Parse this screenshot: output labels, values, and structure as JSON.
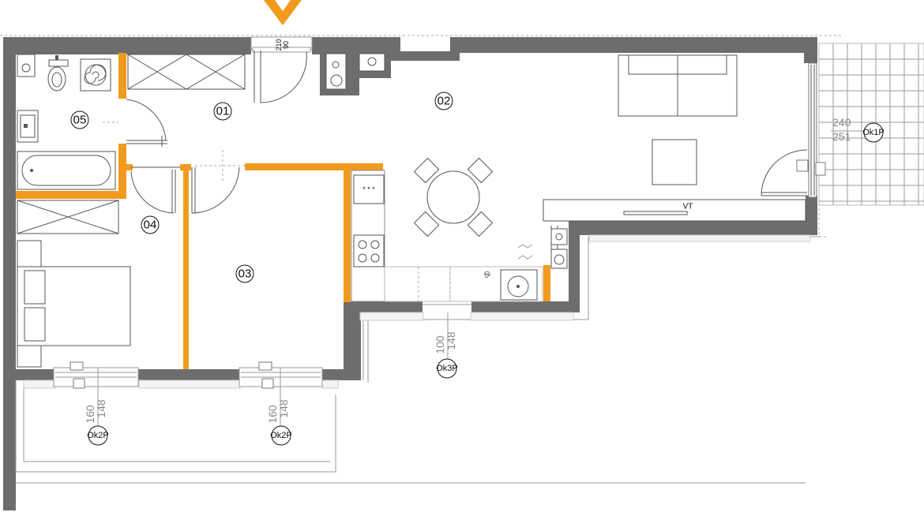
{
  "accent_color": "#f29a1d",
  "wall_color": "#6d6d6d",
  "rooms": [
    {
      "id": "01"
    },
    {
      "id": "02"
    },
    {
      "id": "03"
    },
    {
      "id": "04"
    },
    {
      "id": "05"
    }
  ],
  "windows": [
    {
      "label": "Ok1P",
      "dims": [
        "240",
        "251"
      ]
    },
    {
      "label": "Ok2P",
      "dims": [
        "160",
        "148"
      ]
    },
    {
      "label": "Ok2P",
      "dims": [
        "160",
        "148"
      ]
    },
    {
      "label": "Ok3P",
      "dims": [
        "100",
        "148"
      ]
    }
  ],
  "kitchen_label": "VT",
  "entrance_dims": [
    "210",
    "90"
  ],
  "icons": [
    "entrance-arrow-icon",
    "bed-icon",
    "sofa-icon",
    "dining-table-icon",
    "stove-icon",
    "sink-icon",
    "toilet-icon",
    "washing-machine-icon",
    "bathtub-icon"
  ]
}
